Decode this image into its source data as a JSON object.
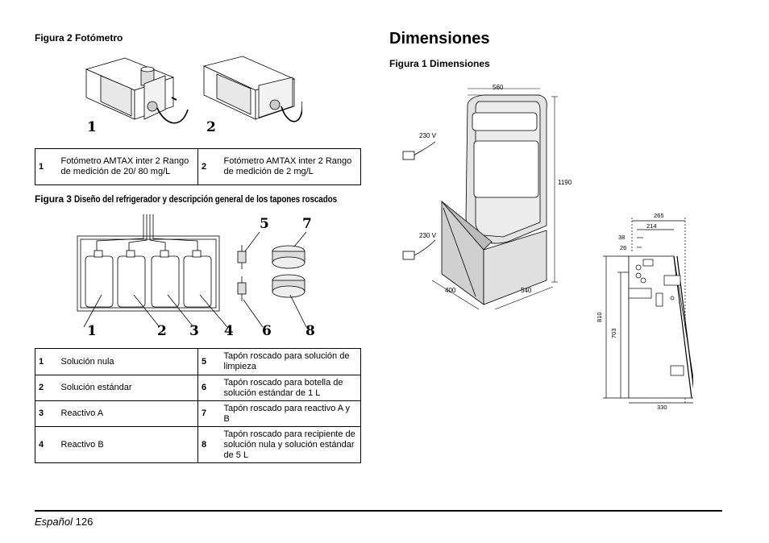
{
  "left": {
    "fig2_caption": "Figura 2 Fotómetro",
    "fig2_table": [
      {
        "num": "1",
        "text": "Fotómetro AMTAX inter 2 Rango de medición de 20/ 80 mg/L"
      },
      {
        "num": "2",
        "text": "Fotómetro AMTAX inter 2 Rango de medición de 2 mg/L"
      }
    ],
    "fig3_caption_num": "Figura 3",
    "fig3_caption_text": "Diseño del refrigerador y descripción general de los tapones roscados",
    "fig3_table": [
      {
        "l_num": "1",
        "l_text": "Solución nula",
        "r_num": "5",
        "r_text": "Tapón roscado para solución de limpieza"
      },
      {
        "l_num": "2",
        "l_text": "Solución estándar",
        "r_num": "6",
        "r_text": "Tapón roscado para botella de solución estándar de 1 L"
      },
      {
        "l_num": "3",
        "l_text": "Reactivo A",
        "r_num": "7",
        "r_text": "Tapón roscado para reactivo A y B"
      },
      {
        "l_num": "4",
        "l_text": "Reactivo B",
        "r_num": "8",
        "r_text": "Tapón roscado para recipiente de solución nula y solución estándar de 5 L"
      }
    ]
  },
  "right": {
    "title": "Dimensiones",
    "fig1_caption": "Figura 1 Dimensiones",
    "dims_front": {
      "top_width": "560",
      "height": "1190",
      "voltage_top": "230 V",
      "voltage_bottom": "230 V",
      "depth": "400",
      "base_width": "540"
    },
    "dims_side": {
      "top_total": "265",
      "top_inner": "214",
      "d38": "38",
      "d26": "26",
      "height_total": "810",
      "height_inner": "703",
      "bottom": "330"
    }
  },
  "callouts": {
    "fig2": [
      "1",
      "2"
    ],
    "fig3": [
      "1",
      "2",
      "3",
      "4",
      "5",
      "6",
      "7",
      "8"
    ]
  },
  "footer": {
    "language": "Español",
    "page": "126"
  }
}
